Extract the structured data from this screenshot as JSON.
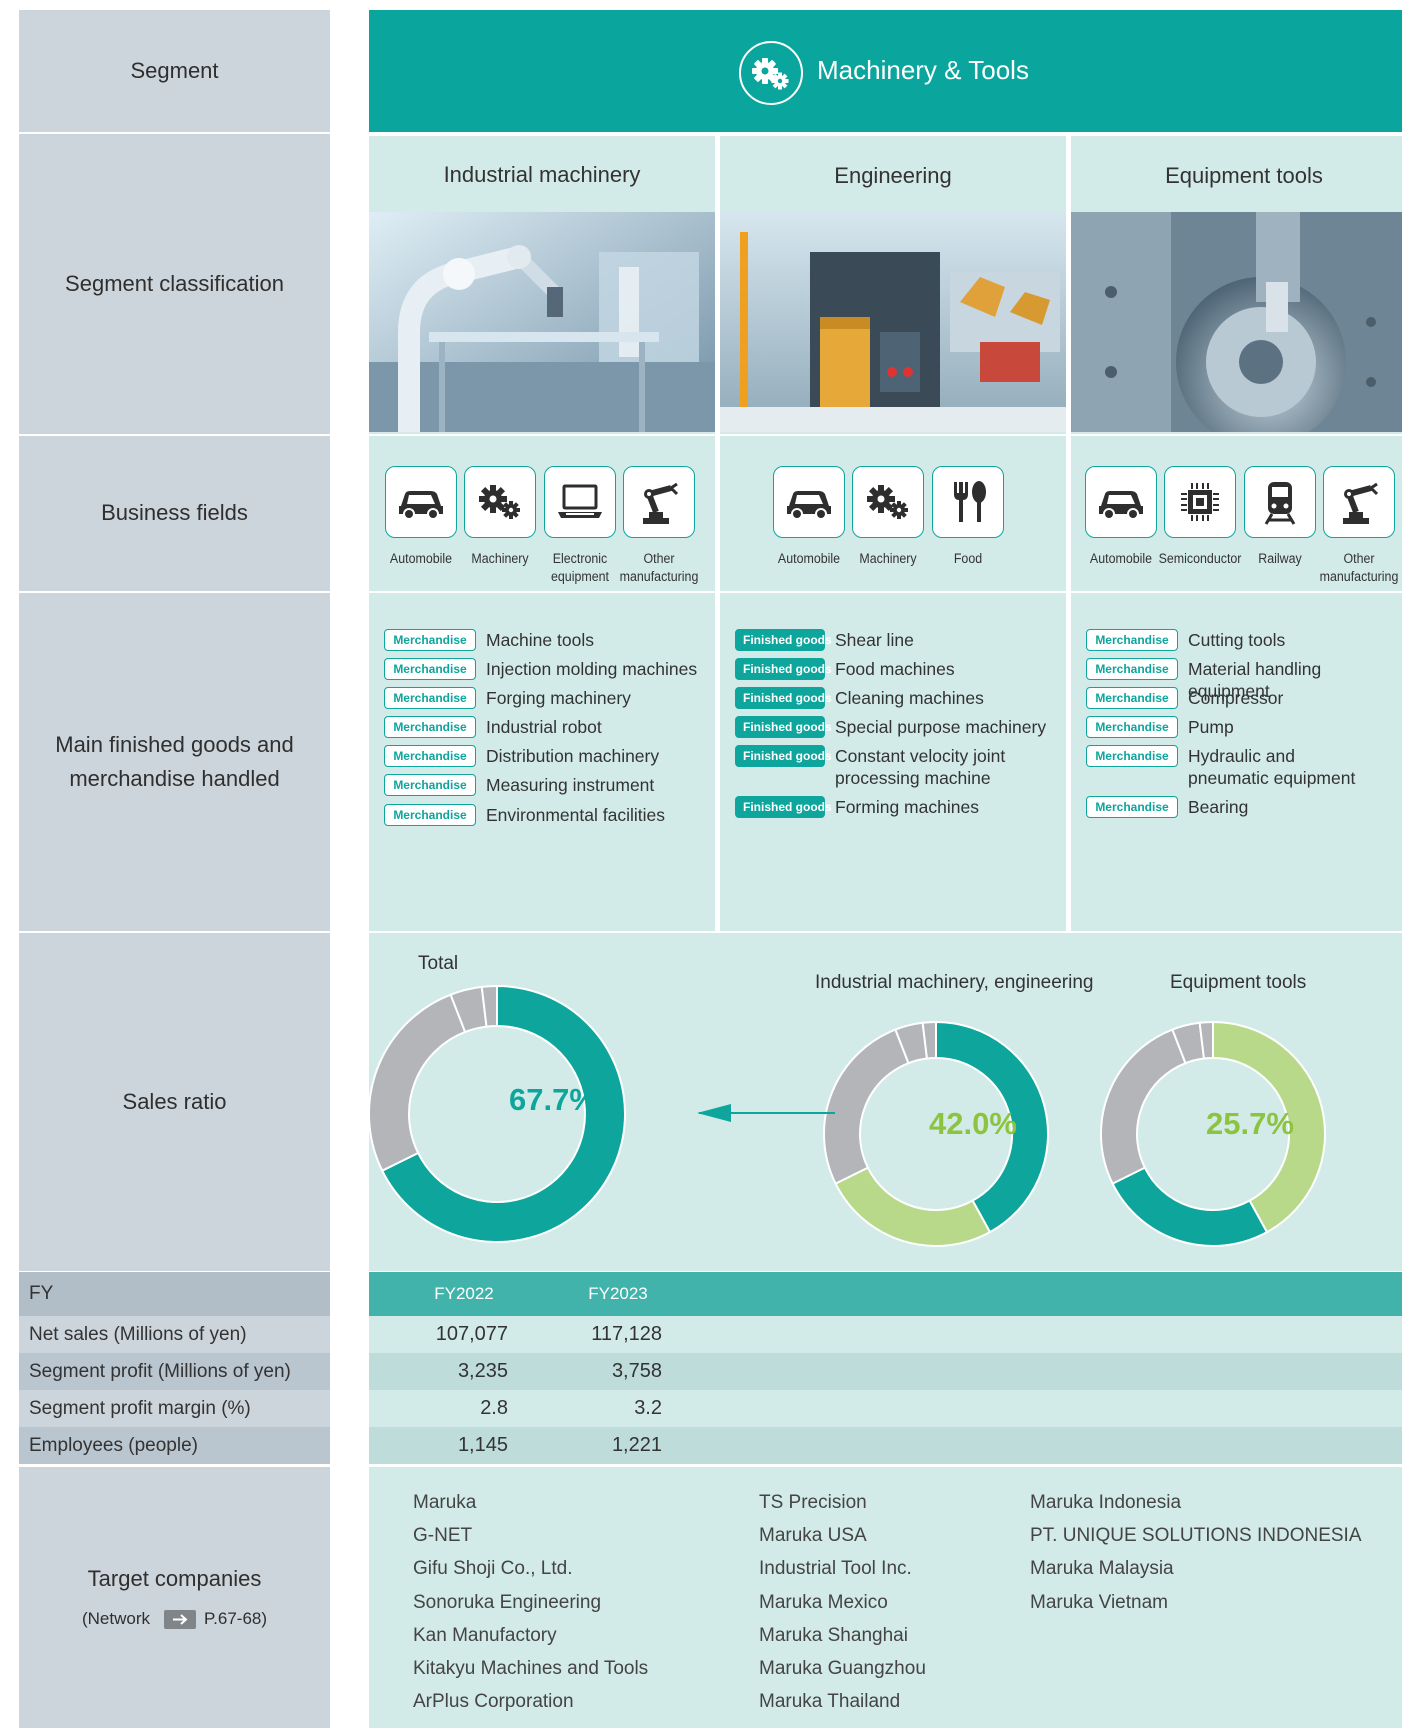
{
  "labels": {
    "segment": "Segment",
    "classification": "Segment classification",
    "fields": "Business fields",
    "goods_line1": "Main finished goods and",
    "goods_line2": "merchandise handled",
    "sales": "Sales ratio",
    "target_title": "Target companies",
    "target_prefix": "(Network",
    "target_pages": "P.67-68)"
  },
  "header": {
    "title": "Machinery & Tools",
    "icon": "gears-icon"
  },
  "subsegments": [
    {
      "name": "Industrial machinery"
    },
    {
      "name": "Engineering"
    },
    {
      "name": "Equipment tools"
    }
  ],
  "fields": {
    "industrial": [
      {
        "icon": "car-icon",
        "line1": "Automobile",
        "line2": ""
      },
      {
        "icon": "gears-icon",
        "line1": "Machinery",
        "line2": ""
      },
      {
        "icon": "laptop-icon",
        "line1": "Electronic",
        "line2": "equipment"
      },
      {
        "icon": "robot-arm-icon",
        "line1": "Other",
        "line2": "manufacturing"
      }
    ],
    "engineering": [
      {
        "icon": "car-icon",
        "line1": "Automobile",
        "line2": ""
      },
      {
        "icon": "gears-icon",
        "line1": "Machinery",
        "line2": ""
      },
      {
        "icon": "fork-spoon-icon",
        "line1": "Food",
        "line2": ""
      }
    ],
    "tools": [
      {
        "icon": "car-icon",
        "line1": "Automobile",
        "line2": ""
      },
      {
        "icon": "chip-icon",
        "line1": "Semiconductor",
        "line2": ""
      },
      {
        "icon": "train-icon",
        "line1": "Railway",
        "line2": ""
      },
      {
        "icon": "robot-arm-icon",
        "line1": "Other",
        "line2": "manufacturing"
      }
    ]
  },
  "tags": {
    "merchandise": "Merchandise",
    "finished": "Finished goods"
  },
  "goods": {
    "industrial": [
      "Machine tools",
      "Injection molding machines",
      "Forging machinery",
      "Industrial robot",
      "Distribution machinery",
      "Measuring instrument",
      "Environmental facilities"
    ],
    "engineering": [
      {
        "l1": "Shear line",
        "l2": ""
      },
      {
        "l1": "Food machines",
        "l2": ""
      },
      {
        "l1": "Cleaning machines",
        "l2": ""
      },
      {
        "l1": "Special purpose machinery",
        "l2": ""
      },
      {
        "l1": "Constant velocity joint",
        "l2": "processing machine"
      },
      {
        "l1": "Forming machines",
        "l2": ""
      }
    ],
    "tools": [
      {
        "l1": "Cutting tools",
        "l2": ""
      },
      {
        "l1": "Material handling equipment",
        "l2": ""
      },
      {
        "l1": "Compressor",
        "l2": ""
      },
      {
        "l1": "Pump",
        "l2": ""
      },
      {
        "l1": "Hydraulic and",
        "l2": "pneumatic equipment"
      },
      {
        "l1": "Bearing",
        "l2": ""
      }
    ]
  },
  "colors": {
    "teal": "#0da59c",
    "light_green": "#b8d98a",
    "gray": "#b3b5b9",
    "header_teal": "#0aa59c",
    "left_column": "#cdd5dc",
    "panel_bg": "#d2ebe8",
    "pct_green": "#8cc43f"
  },
  "chart_data": [
    {
      "type": "pie",
      "title": "Total",
      "center_label": "67.7%",
      "slices": [
        {
          "value": 67.7,
          "color": "#0da59c"
        },
        {
          "value": 26.4,
          "color": "#b3b5b9"
        },
        {
          "value": 4.0,
          "color": "#b3b5b9"
        },
        {
          "value": 1.9,
          "color": "#b3b5b9"
        }
      ]
    },
    {
      "type": "pie",
      "title": "Industrial machinery, engineering",
      "center_label": "42.0%",
      "slices": [
        {
          "value": 42.0,
          "color": "#0da59c"
        },
        {
          "value": 25.7,
          "color": "#b8d98a"
        },
        {
          "value": 26.4,
          "color": "#b3b5b9"
        },
        {
          "value": 4.0,
          "color": "#b3b5b9"
        },
        {
          "value": 1.9,
          "color": "#b3b5b9"
        }
      ]
    },
    {
      "type": "pie",
      "title": "Equipment tools",
      "center_label": "25.7%",
      "slices": [
        {
          "value": 42.0,
          "color": "#b8d98a"
        },
        {
          "value": 25.7,
          "color": "#0da59c"
        },
        {
          "value": 26.4,
          "color": "#b3b5b9"
        },
        {
          "value": 4.0,
          "color": "#b3b5b9"
        },
        {
          "value": 1.9,
          "color": "#b3b5b9"
        }
      ]
    }
  ],
  "table": {
    "fy_label": "FY",
    "years": [
      "FY2022",
      "FY2023"
    ],
    "rows": [
      {
        "label": "Net sales (Millions of yen)",
        "values": [
          "107,077",
          "117,128"
        ]
      },
      {
        "label": "Segment profit (Millions of yen)",
        "values": [
          "3,235",
          "3,758"
        ]
      },
      {
        "label": "Segment profit margin (%)",
        "values": [
          "2.8",
          "3.2"
        ]
      },
      {
        "label": "Employees (people)",
        "values": [
          "1,145",
          "1,221"
        ]
      }
    ]
  },
  "companies": {
    "col1": [
      "Maruka",
      "G-NET",
      "Gifu Shoji Co., Ltd.",
      "Sonoruka Engineering",
      "Kan Manufactory",
      "Kitakyu Machines and Tools",
      "ArPlus Corporation"
    ],
    "col2": [
      "TS Precision",
      "Maruka USA",
      "Industrial Tool Inc.",
      "Maruka Mexico",
      "Maruka Shanghai",
      "Maruka Guangzhou",
      "Maruka Thailand"
    ],
    "col3": [
      "Maruka Indonesia",
      "PT. UNIQUE SOLUTIONS INDONESIA",
      "Maruka Malaysia",
      "Maruka Vietnam"
    ]
  }
}
